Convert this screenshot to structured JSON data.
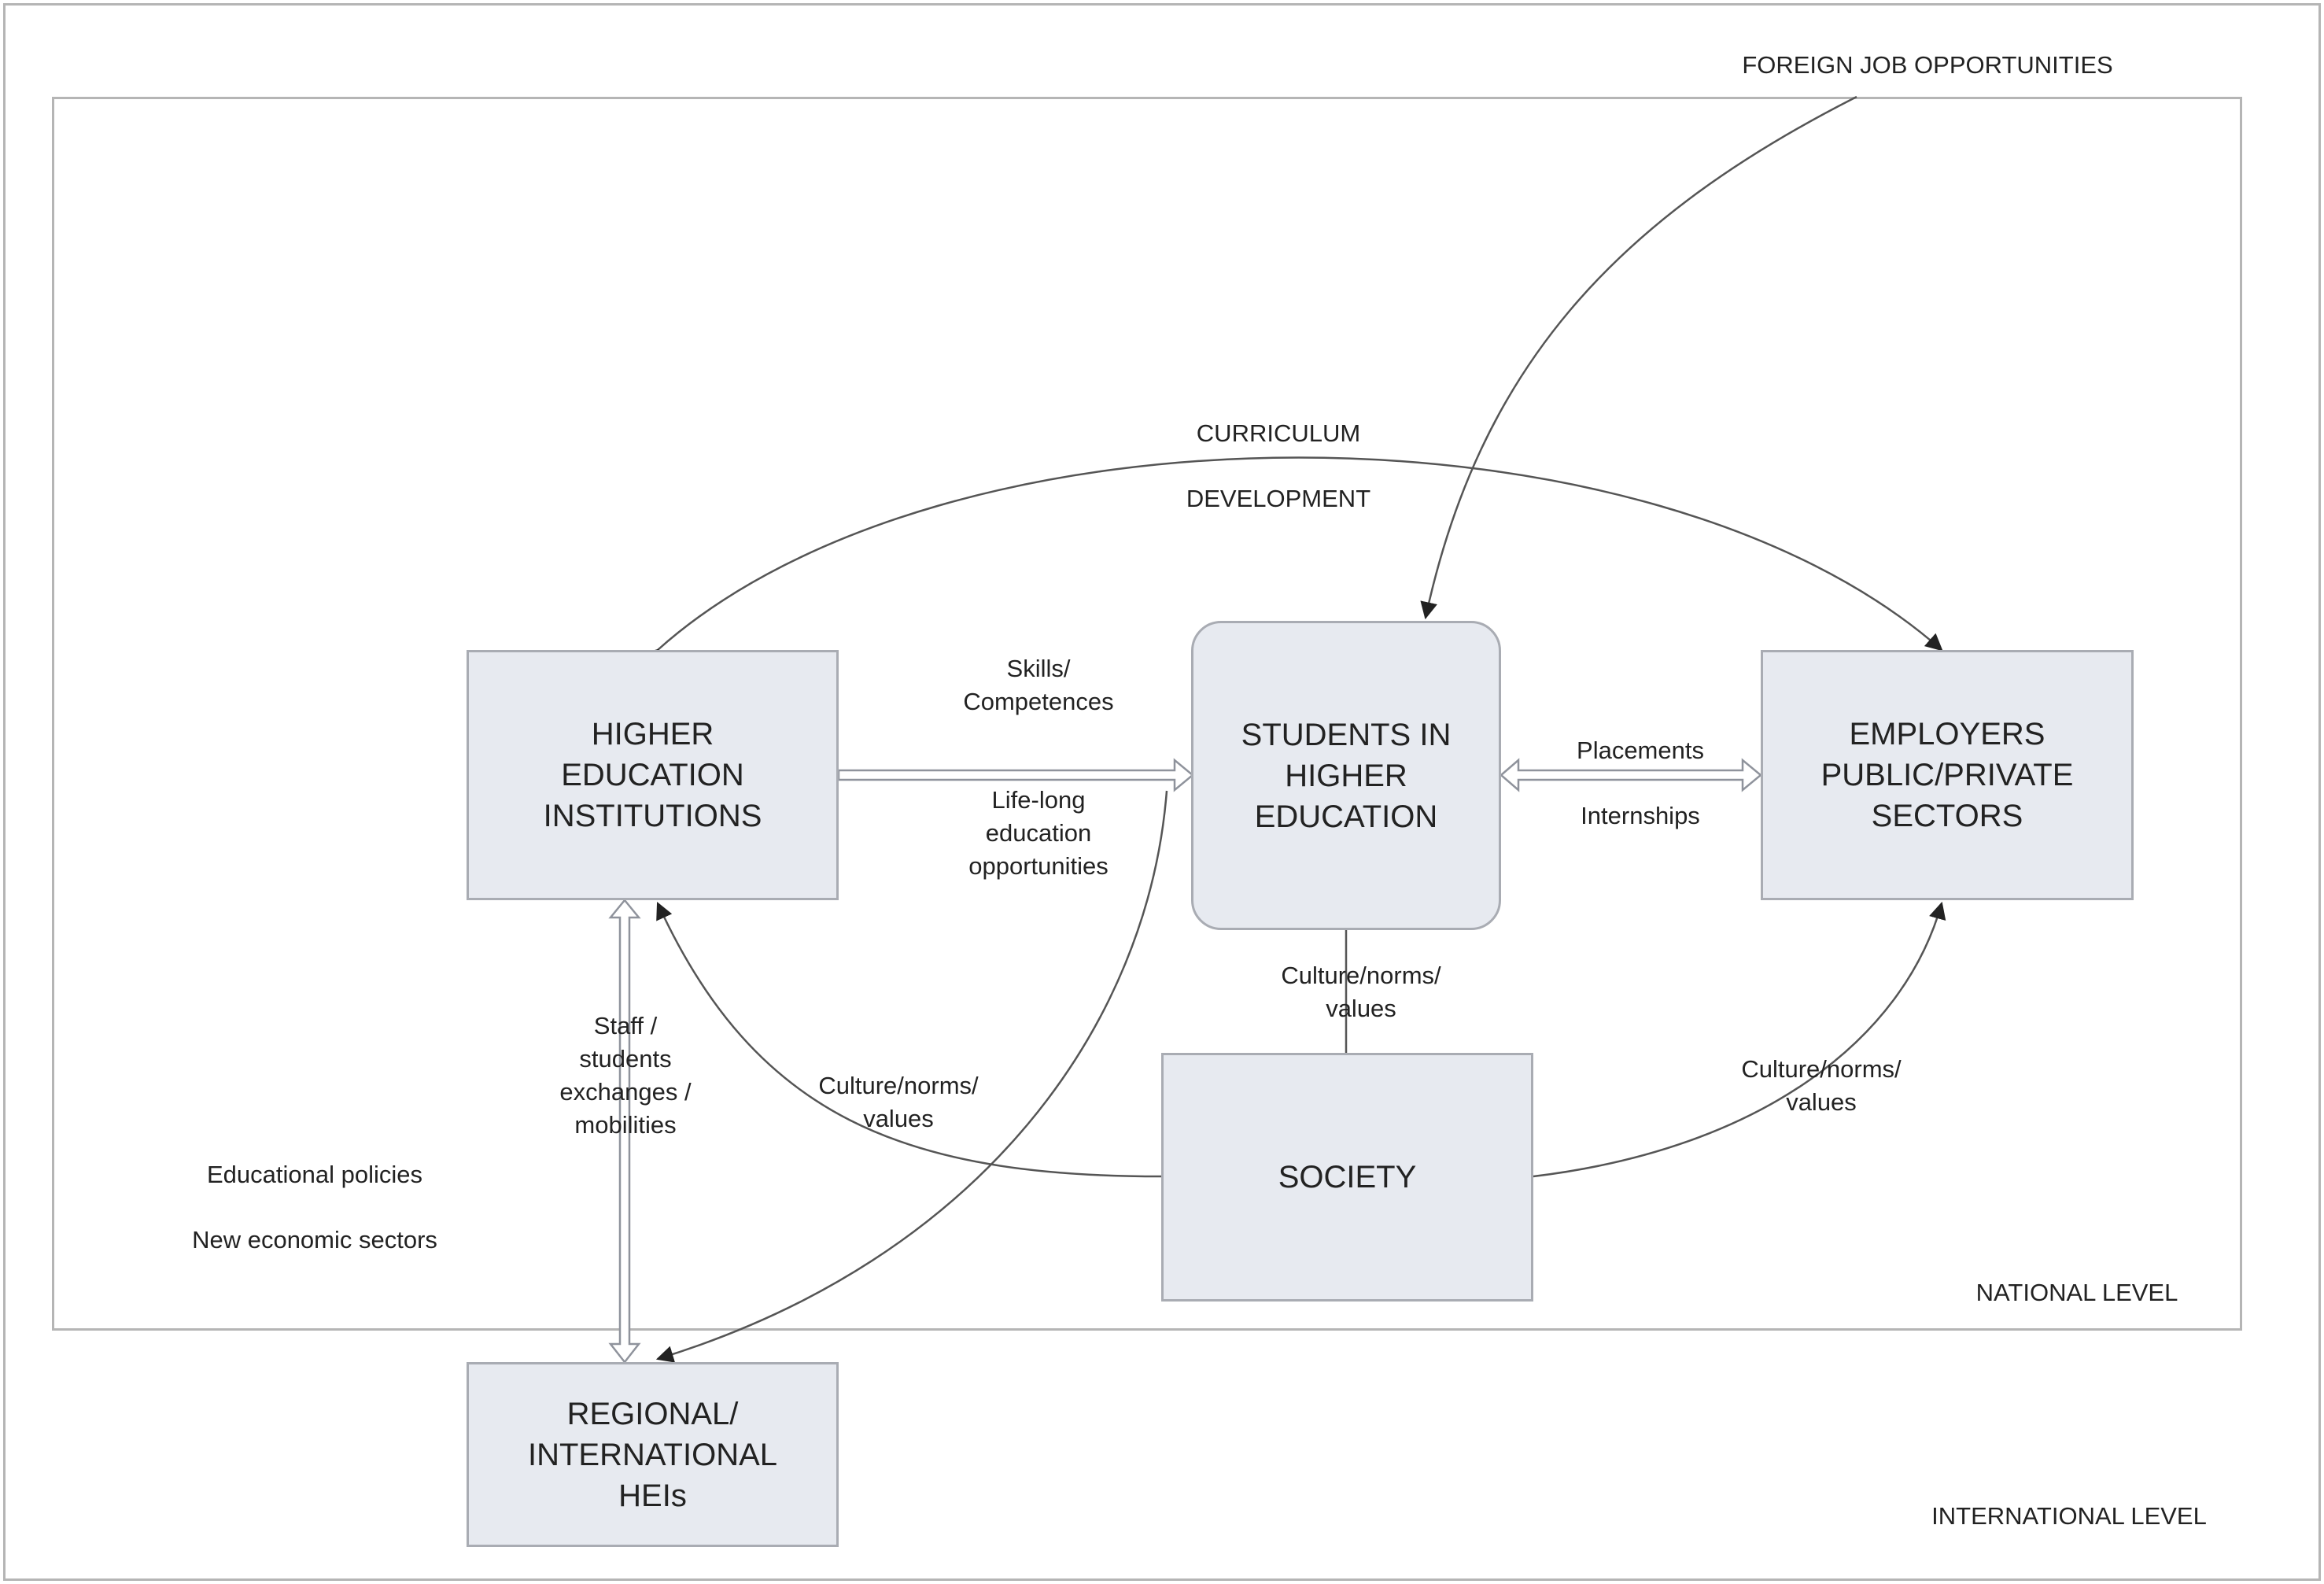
{
  "boxes": {
    "hei": "HIGHER\nEDUCATION\nINSTITUTIONS",
    "students": "STUDENTS IN\nHIGHER\nEDUCATION",
    "employers": "EMPLOYERS\nPUBLIC/PRIVATE\nSECTORS",
    "society": "SOCIETY",
    "regional": "REGIONAL/\nINTERNATIONAL\nHEIs"
  },
  "labels": {
    "foreign_jobs": "FOREIGN JOB OPPORTUNITIES",
    "curriculum": "CURRICULUM",
    "development": "DEVELOPMENT",
    "skills": "Skills/\nCompetences",
    "lifelong": "Life-long\neducation\nopportunities",
    "placements": "Placements",
    "internships": "Internships",
    "culture_students": "Culture/norms/\nvalues",
    "culture_hei": "Culture/norms/\nvalues",
    "culture_employers": "Culture/norms/\nvalues",
    "staff_exchanges": "Staff /\nstudents\nexchanges /\nmobilities",
    "educational_policies": "Educational policies",
    "new_economic_sectors": "New economic sectors",
    "national_level": "NATIONAL LEVEL",
    "international_level": "INTERNATIONAL LEVEL"
  },
  "colors": {
    "box_fill": "#e7eaf0",
    "box_border": "#a9acb3",
    "line": "#555555",
    "frame": "#b5b5b5"
  }
}
